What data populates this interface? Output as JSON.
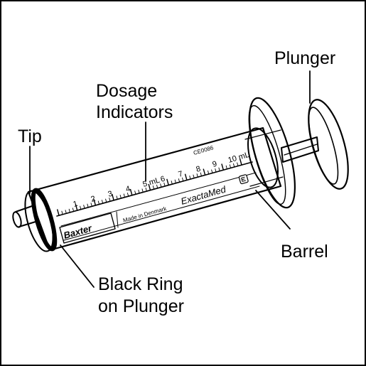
{
  "labels": {
    "tip": "Tip",
    "dosage_line1": "Dosage",
    "dosage_line2": "Indicators",
    "plunger": "Plunger",
    "barrel": "Barrel",
    "ring_line1": "Black Ring",
    "ring_line2": "on Plunger"
  },
  "syringe": {
    "brand": "Baxter",
    "made_in": "Made in Denmark",
    "product": "ExactaMed",
    "ce_mark": "CE0086",
    "scale_numbers": [
      "1",
      "2",
      "3",
      "4",
      "5 mL",
      "6",
      "7",
      "8",
      "9",
      "10 mL"
    ]
  }
}
